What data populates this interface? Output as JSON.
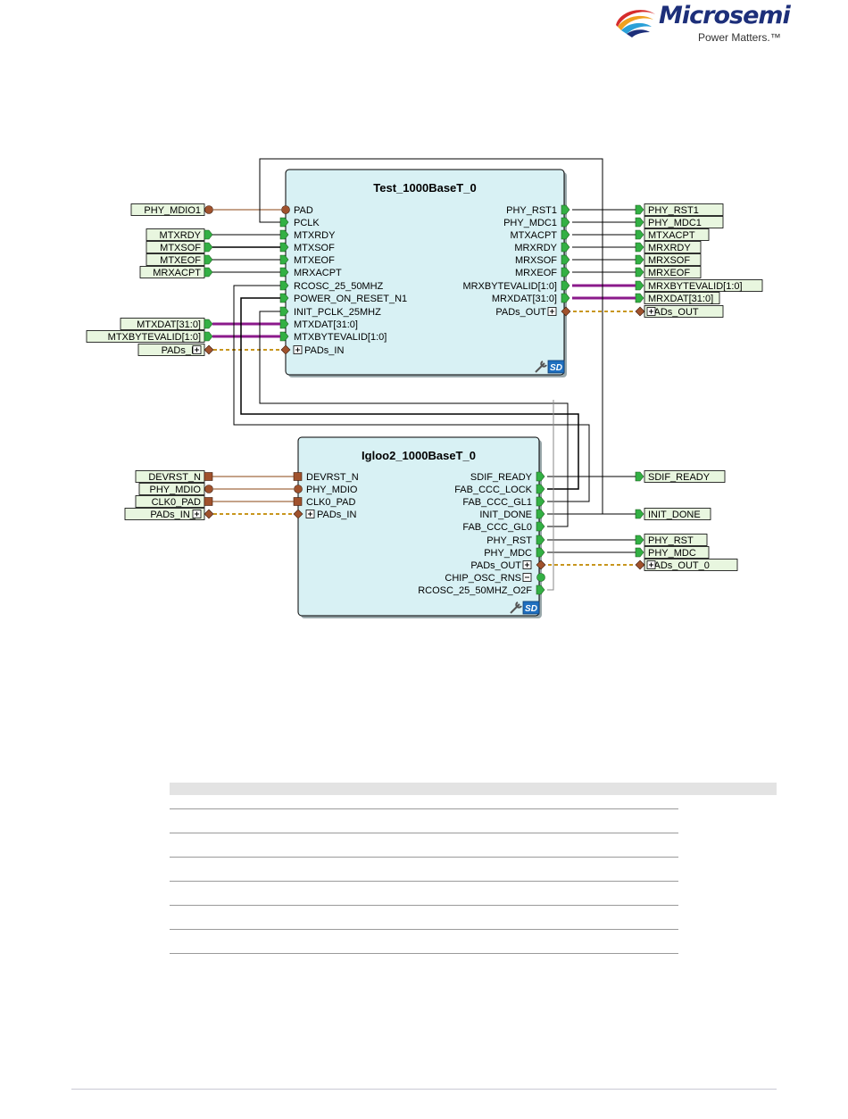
{
  "logo": {
    "brand": "Microsemi",
    "tagline": "Power Matters.™"
  },
  "colors": {
    "block_fill": "#d8f1f4",
    "block_border": "#000000",
    "port_fill": "#33b044",
    "inout_fill": "#a0522d",
    "bus_wire": "#8b1a8b",
    "pads_wire": "#c8961e",
    "label_fill": "#e8f6df"
  },
  "icon_names": {
    "sd_badge": "smartdesign-sd-icon",
    "wrench": "wrench-icon"
  },
  "block1": {
    "title": "Test_1000BaseT_0",
    "left_ports": [
      "PAD",
      "PCLK",
      "MTXRDY",
      "MTXSOF",
      "MTXEOF",
      "MRXACPT",
      "RCOSC_25_50MHZ",
      "POWER_ON_RESET_N1",
      "INIT_PCLK_25MHZ",
      "MTXDAT[31:0]",
      "MTXBYTEVALID[1:0]",
      "PADs_IN"
    ],
    "right_ports": [
      "PHY_RST1",
      "PHY_MDC1",
      "MTXACPT",
      "MRXRDY",
      "MRXSOF",
      "MRXEOF",
      "MRXBYTEVALID[1:0]",
      "MRXDAT[31:0]",
      "PADs_OUT"
    ],
    "badge": "SD"
  },
  "block2": {
    "title": "Igloo2_1000BaseT_0",
    "left_ports": [
      "DEVRST_N",
      "PHY_MDIO",
      "CLK0_PAD",
      "PADs_IN"
    ],
    "right_ports": [
      "SDIF_READY",
      "FAB_CCC_LOCK",
      "FAB_CCC_GL1",
      "INIT_DONE",
      "FAB_CCC_GL0",
      "PHY_RST",
      "PHY_MDC",
      "PADs_OUT",
      "CHIP_OSC_RNS",
      "RCOSC_25_50MHZ_O2F"
    ],
    "badge": "SD"
  },
  "ext_left_1": [
    "PHY_MDIO1",
    "MTXRDY",
    "MTXSOF",
    "MTXEOF",
    "MRXACPT",
    "MTXDAT[31:0]",
    "MTXBYTEVALID[1:0]",
    "PADs_IN"
  ],
  "ext_right_1": [
    "PHY_RST1",
    "PHY_MDC1",
    "MTXACPT",
    "MRXRDY",
    "MRXSOF",
    "MRXEOF",
    "MRXBYTEVALID[1:0]",
    "MRXDAT[31:0]",
    "PADs_OUT"
  ],
  "ext_left_2": [
    "DEVRST_N",
    "PHY_MDIO",
    "CLK0_PAD",
    "PADs_IN_0"
  ],
  "ext_right_2": [
    "SDIF_READY",
    "INIT_DONE",
    "PHY_RST",
    "PHY_MDC",
    "PADs_OUT_0"
  ]
}
